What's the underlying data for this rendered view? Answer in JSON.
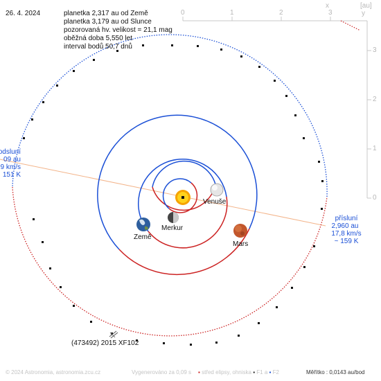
{
  "date": "26. 4. 2024",
  "info": {
    "line1": "planetka 2,317 au od Země",
    "line2": "planetka 3,179 au od Slunce",
    "line3": "pozorovaná hv. velikost = 21,1 mag",
    "line4": "oběžná doba 5,550 let",
    "line5": "interval bodů 50,7 dnů"
  },
  "axes": {
    "x_ticks": [
      "0",
      "1",
      "2",
      "3"
    ],
    "x_label": "x",
    "y_ticks": [
      "3",
      "2",
      "1",
      "0"
    ],
    "y_label": "y",
    "unit": "[au]"
  },
  "aphelion": {
    "title": "odsluní",
    "distance": "09 au",
    "speed": "9 km/s",
    "temp": "151 K"
  },
  "perihelion": {
    "title": "přísluní",
    "distance": "2,960 au",
    "speed": "17,8 km/s",
    "temp": "~ 159 K"
  },
  "planets": {
    "venus": "Venuše",
    "mercury": "Merkur",
    "earth": "Země",
    "mars": "Mars"
  },
  "asteroid_name": "(473492) 2015 XF102",
  "footer": {
    "copyright": "© 2024 Astronomia, astronomia.zcu.cz",
    "generated": "Vygenerováno za 0,09 s",
    "legend_center": "střed elipsy, ohniska",
    "legend_f1": "F1 a",
    "legend_f2": "F2",
    "scale": "Měřítko : 0,0143 au/bod"
  },
  "colors": {
    "blue": "#1a4fd6",
    "red": "#cc2222",
    "apsis_line": "#f3b48a",
    "grid": "#c8c8c8"
  }
}
